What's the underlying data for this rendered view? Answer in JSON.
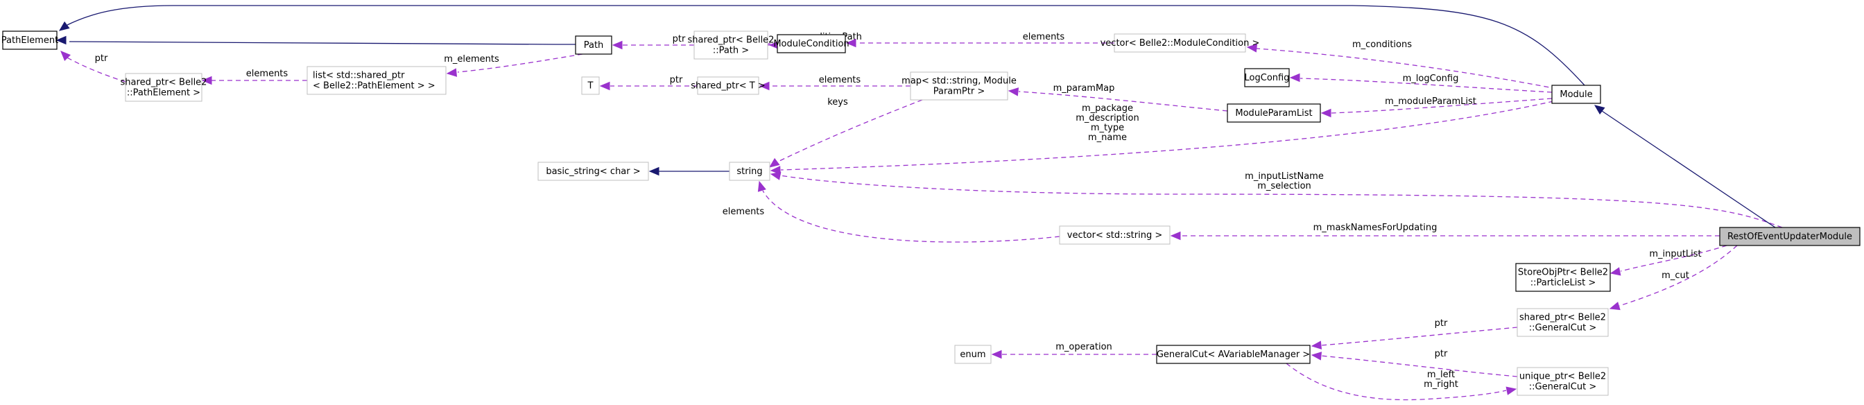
{
  "diagram": {
    "title": "RestOfEventUpdaterModule collaboration graph",
    "nodes": [
      {
        "id": "PathElement",
        "label": [
          "PathElement"
        ],
        "style": "doc"
      },
      {
        "id": "sp_PathElement",
        "label": [
          "shared_ptr< Belle2",
          "::PathElement >"
        ],
        "style": "undoc"
      },
      {
        "id": "list_sp_PathElement",
        "label": [
          "list< std::shared_ptr",
          "< Belle2::PathElement > >"
        ],
        "style": "undoc",
        "align": "left"
      },
      {
        "id": "Path",
        "label": [
          "Path"
        ],
        "style": "doc"
      },
      {
        "id": "sp_Path",
        "label": [
          "shared_ptr< Belle2",
          "::Path >"
        ],
        "style": "undoc"
      },
      {
        "id": "ModuleCondition",
        "label": [
          "ModuleCondition"
        ],
        "style": "doc"
      },
      {
        "id": "vec_ModuleCondition",
        "label": [
          "vector< Belle2::ModuleCondition >"
        ],
        "style": "undoc"
      },
      {
        "id": "T",
        "label": [
          "T"
        ],
        "style": "undoc"
      },
      {
        "id": "sp_T",
        "label": [
          "shared_ptr< T >"
        ],
        "style": "undoc"
      },
      {
        "id": "map_ModuleParam",
        "label": [
          "map< std::string, Module",
          "ParamPtr >"
        ],
        "style": "undoc"
      },
      {
        "id": "LogConfig",
        "label": [
          "LogConfig"
        ],
        "style": "doc"
      },
      {
        "id": "ModuleParamList",
        "label": [
          "ModuleParamList"
        ],
        "style": "doc"
      },
      {
        "id": "Module",
        "label": [
          "Module"
        ],
        "style": "doc"
      },
      {
        "id": "basic_string",
        "label": [
          "basic_string< char >"
        ],
        "style": "undoc"
      },
      {
        "id": "string",
        "label": [
          "string"
        ],
        "style": "undoc"
      },
      {
        "id": "vec_string",
        "label": [
          "vector< std::string >"
        ],
        "style": "undoc"
      },
      {
        "id": "RestOfEventUpdaterModule",
        "label": [
          "RestOfEventUpdaterModule"
        ],
        "style": "focus"
      },
      {
        "id": "StoreObjPtr_ParticleList",
        "label": [
          "StoreObjPtr< Belle2",
          "::ParticleList >"
        ],
        "style": "doc"
      },
      {
        "id": "sp_GeneralCut",
        "label": [
          "shared_ptr< Belle2",
          "::GeneralCut >"
        ],
        "style": "undoc"
      },
      {
        "id": "enum",
        "label": [
          "enum"
        ],
        "style": "undoc"
      },
      {
        "id": "GeneralCut",
        "label": [
          "GeneralCut< AVariableManager >"
        ],
        "style": "doc"
      },
      {
        "id": "up_GeneralCut",
        "label": [
          "unique_ptr< Belle2",
          "::GeneralCut >"
        ],
        "style": "undoc"
      }
    ],
    "edges": [
      {
        "id": "e_module_pathelement",
        "from": "Module",
        "to": "PathElement",
        "kind": "inherit",
        "label": []
      },
      {
        "id": "e_path_pathelement",
        "from": "Path",
        "to": "PathElement",
        "kind": "inherit",
        "label": []
      },
      {
        "id": "e_sp_pathelement",
        "from": "sp_PathElement",
        "to": "PathElement",
        "kind": "use",
        "label": [
          "ptr"
        ]
      },
      {
        "id": "e_list_sp",
        "from": "list_sp_PathElement",
        "to": "sp_PathElement",
        "kind": "use",
        "label": [
          "elements"
        ]
      },
      {
        "id": "e_path_list",
        "from": "Path",
        "to": "list_sp_PathElement",
        "kind": "use",
        "label": [
          "m_elements"
        ]
      },
      {
        "id": "e_sppath_path",
        "from": "sp_Path",
        "to": "Path",
        "kind": "use",
        "label": [
          "ptr"
        ]
      },
      {
        "id": "e_modcond_sppath",
        "from": "ModuleCondition",
        "to": "sp_Path",
        "kind": "use",
        "label": [
          "m_conditionPath"
        ]
      },
      {
        "id": "e_vec_modcond",
        "from": "vec_ModuleCondition",
        "to": "ModuleCondition",
        "kind": "use",
        "label": [
          "elements"
        ]
      },
      {
        "id": "e_module_vec",
        "from": "Module",
        "to": "vec_ModuleCondition",
        "kind": "use",
        "label": [
          "m_conditions"
        ]
      },
      {
        "id": "e_spT_T",
        "from": "sp_T",
        "to": "T",
        "kind": "use",
        "label": [
          "ptr"
        ]
      },
      {
        "id": "e_map_spT",
        "from": "map_ModuleParam",
        "to": "sp_T",
        "kind": "use",
        "label": [
          "elements"
        ]
      },
      {
        "id": "e_map_string",
        "from": "map_ModuleParam",
        "to": "string",
        "kind": "use",
        "label": [
          "keys"
        ]
      },
      {
        "id": "e_mpl_map",
        "from": "ModuleParamList",
        "to": "map_ModuleParam",
        "kind": "use",
        "label": [
          "m_paramMap"
        ]
      },
      {
        "id": "e_module_logconfig",
        "from": "Module",
        "to": "LogConfig",
        "kind": "use",
        "label": [
          "m_logConfig"
        ]
      },
      {
        "id": "e_module_mpl",
        "from": "Module",
        "to": "ModuleParamList",
        "kind": "use",
        "label": [
          "m_moduleParamList"
        ]
      },
      {
        "id": "e_module_string",
        "from": "Module",
        "to": "string",
        "kind": "use",
        "label": [
          "m_package",
          "m_description",
          "m_type",
          "m_name"
        ]
      },
      {
        "id": "e_string_basic",
        "from": "string",
        "to": "basic_string",
        "kind": "inherit",
        "label": []
      },
      {
        "id": "e_roe_string",
        "from": "RestOfEventUpdaterModule",
        "to": "string",
        "kind": "use",
        "label": [
          "m_inputListName",
          "m_selection"
        ]
      },
      {
        "id": "e_vecstring_string",
        "from": "vec_string",
        "to": "string",
        "kind": "use",
        "label": [
          "elements"
        ]
      },
      {
        "id": "e_roe_vecstring",
        "from": "RestOfEventUpdaterModule",
        "to": "vec_string",
        "kind": "use",
        "label": [
          "m_maskNamesForUpdating"
        ]
      },
      {
        "id": "e_roe_module",
        "from": "RestOfEventUpdaterModule",
        "to": "Module",
        "kind": "inherit",
        "label": []
      },
      {
        "id": "e_roe_storeobj",
        "from": "RestOfEventUpdaterModule",
        "to": "StoreObjPtr_ParticleList",
        "kind": "use",
        "label": [
          "m_inputList"
        ]
      },
      {
        "id": "e_roe_spcut",
        "from": "RestOfEventUpdaterModule",
        "to": "sp_GeneralCut",
        "kind": "use",
        "label": [
          "m_cut"
        ]
      },
      {
        "id": "e_spcut_generalcut",
        "from": "sp_GeneralCut",
        "to": "GeneralCut",
        "kind": "use",
        "label": [
          "ptr"
        ]
      },
      {
        "id": "e_upcut_generalcut",
        "from": "up_GeneralCut",
        "to": "GeneralCut",
        "kind": "use",
        "label": [
          "ptr"
        ]
      },
      {
        "id": "e_generalcut_enum",
        "from": "GeneralCut",
        "to": "enum",
        "kind": "use",
        "label": [
          "m_operation"
        ]
      },
      {
        "id": "e_generalcut_upcut",
        "from": "GeneralCut",
        "to": "up_GeneralCut",
        "kind": "use",
        "label": [
          "m_left",
          "m_right"
        ]
      }
    ],
    "colors": {
      "inherit_edge": "#191970",
      "use_edge": "#9a32cd",
      "documented_border": "#000000",
      "undocumented_border": "#bfbfbf",
      "focus_fill": "#bfbfbf"
    }
  }
}
